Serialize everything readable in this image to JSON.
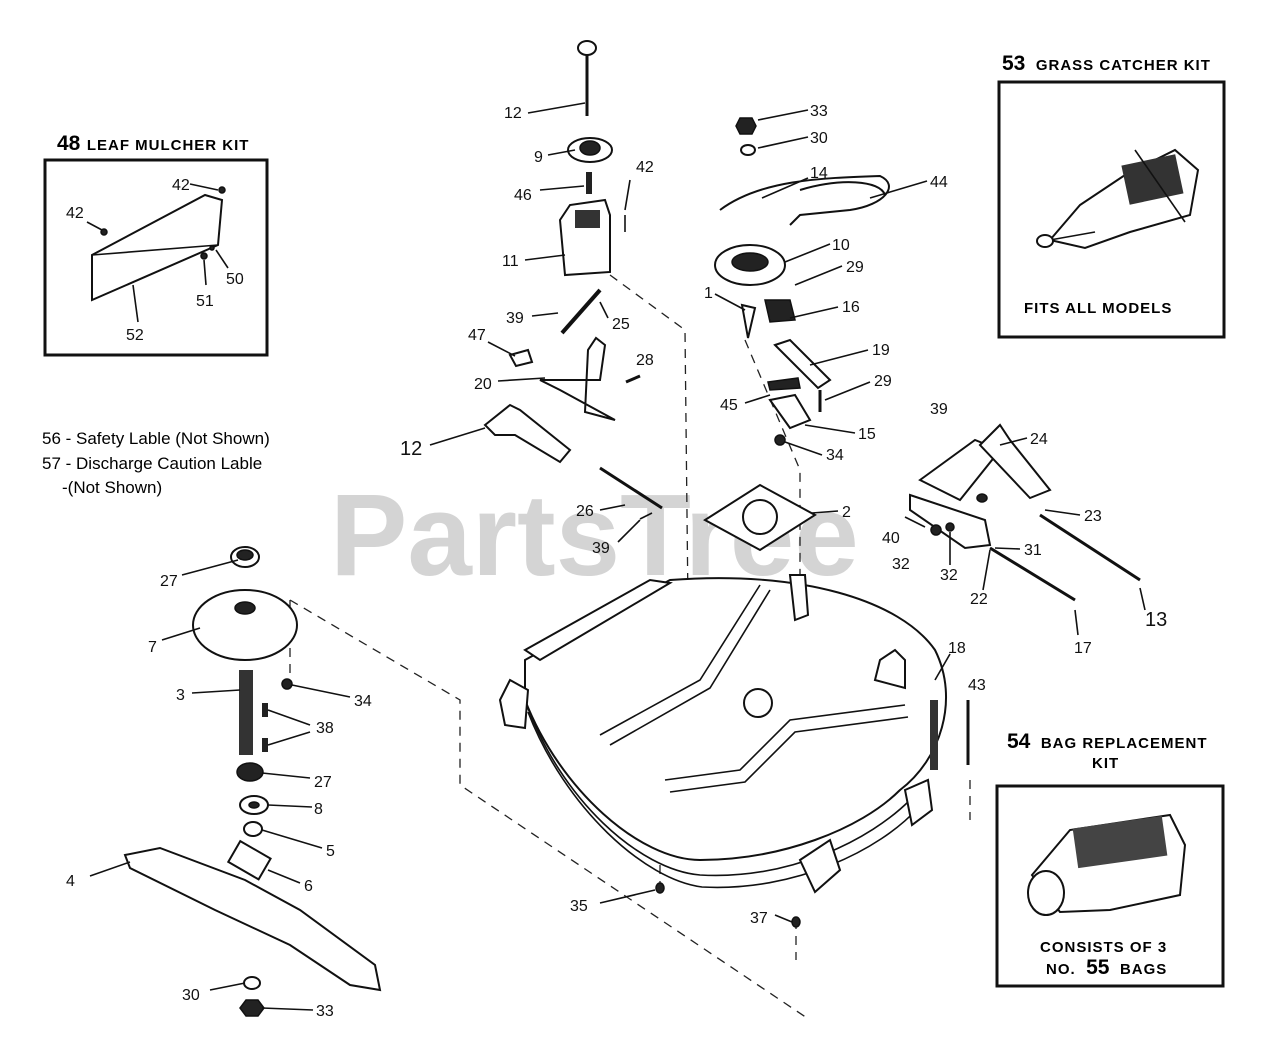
{
  "watermark": "PartsTree",
  "kits": {
    "leaf_mulcher": {
      "number": "48",
      "title": "LEAF MULCHER KIT"
    },
    "grass_catcher": {
      "number": "53",
      "title": "GRASS CATCHER KIT",
      "caption": "FITS ALL MODELS"
    },
    "bag_replacement": {
      "number": "54",
      "title_line1": "BAG REPLACEMENT",
      "title_line2": "KIT",
      "caption_line1": "CONSISTS OF 3",
      "caption_prefix": "NO.",
      "caption_number": "55",
      "caption_suffix": "BAGS"
    }
  },
  "notes": {
    "line1": "56 - Safety Lable (Not Shown)",
    "line2": "57 - Discharge Caution Lable",
    "line3": "-(Not Shown)"
  },
  "callouts": {
    "c12a": "12",
    "c9": "9",
    "c46": "46",
    "c42a": "42",
    "c11": "11",
    "c39a": "39",
    "c25": "25",
    "c47": "47",
    "c28": "28",
    "c20": "20",
    "c12b": "12",
    "c26": "26",
    "c39b": "39",
    "c33a": "33",
    "c30a": "30",
    "c14": "14",
    "c44": "44",
    "c10": "10",
    "c29a": "29",
    "c1": "1",
    "c16": "16",
    "c19": "19",
    "c45": "45",
    "c29b": "29",
    "c15": "15",
    "c34a": "34",
    "c2": "2",
    "c39c": "39",
    "c24": "24",
    "c23": "23",
    "c40": "40",
    "c32a": "32",
    "c32b": "32",
    "c31": "31",
    "c22": "22",
    "c13": "13",
    "c17": "17",
    "c18": "18",
    "c43": "43",
    "c27a": "27",
    "c7": "7",
    "c3": "3",
    "c34b": "34",
    "c38": "38",
    "c27b": "27",
    "c8": "8",
    "c5": "5",
    "c4": "4",
    "c6": "6",
    "c30b": "30",
    "c33b": "33",
    "c35": "35",
    "c37": "37",
    "k42a": "42",
    "k42b": "42",
    "k50": "50",
    "k51": "51",
    "k52": "52"
  }
}
